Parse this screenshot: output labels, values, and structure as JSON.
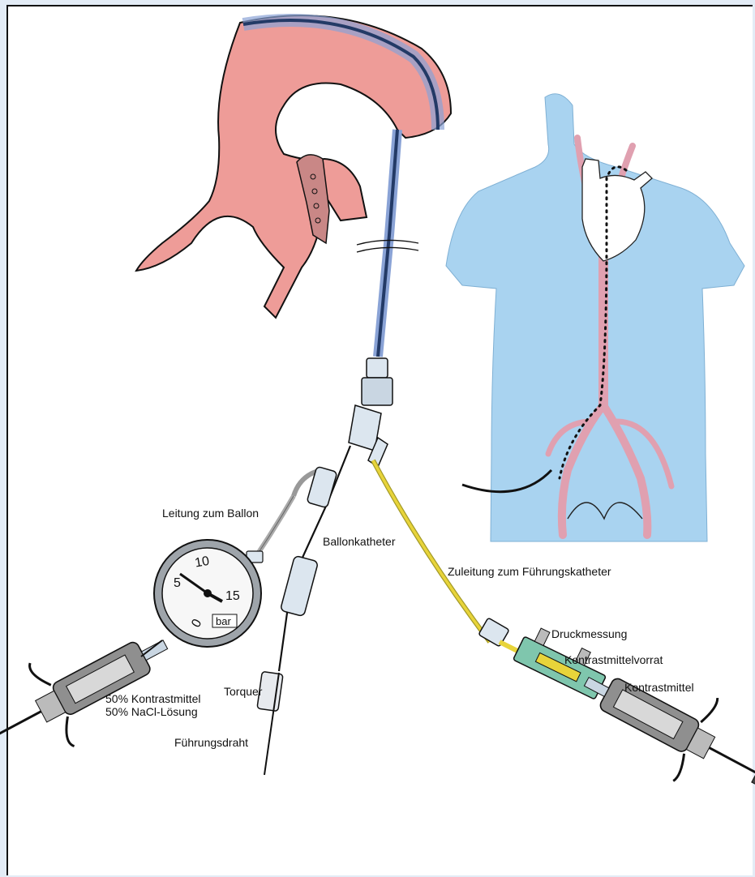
{
  "labels": {
    "leitung_ballon": "Leitung zum Ballon",
    "ballonkatheter": "Ballonkatheter",
    "zuleitung": "Zuleitung zum Führungskatheter",
    "druckmessung": "Druckmessung",
    "kontrastmittelvorrat": "Kontrastmittelvorrat",
    "kontrastmittel": "Kontrastmittel",
    "mix_line1": "50% Kontrastmittel",
    "mix_line2": "50% NaCl-Lösung",
    "torquer": "Torquer",
    "fuehrungsdraht": "Führungsdraht"
  },
  "gauge": {
    "ticks": [
      "0",
      "5",
      "10",
      "15"
    ],
    "unit": "bar"
  },
  "colors": {
    "vessel": "#ee9c98",
    "body": "#a9d3f0",
    "catheter": "#233a66",
    "catheter_sheath": "#8aa3d6",
    "yellow_line": "#e8d43a",
    "manifold": "#7fc6ad",
    "background": "#e3ecf6"
  }
}
